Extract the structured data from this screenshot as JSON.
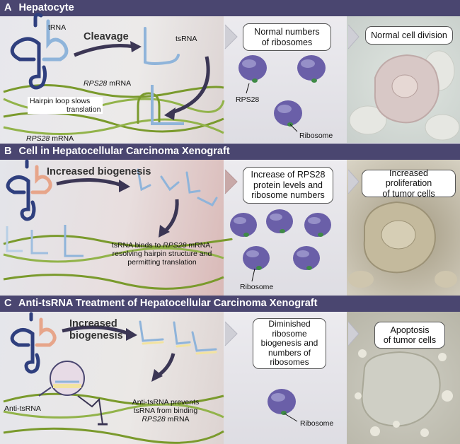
{
  "sections": [
    {
      "letter": "A",
      "title": "Hepatocyte",
      "labels": {
        "trna": "tRNA",
        "cleavage": "Cleavage",
        "tsrna": "tsRNA",
        "mrna_top_gene": "RPS28",
        "mrna_top_suffix": " mRNA",
        "hairpin_line1": "Hairpin loop slows",
        "hairpin_line2": "translation",
        "mrna_bottom_gene": "RPS28",
        "mrna_bottom_suffix": " mRNA",
        "ribosome_box": [
          "Normal numbers",
          "of ribosomes"
        ],
        "rps28": "RPS28",
        "ribosome": "Ribosome",
        "cell_box": [
          "Normal cell division"
        ]
      }
    },
    {
      "letter": "B",
      "title": "Cell in Hepatocellular Carcinoma Xenograft",
      "labels": {
        "biogenesis": "Increased biogenesis",
        "binds_line1_pre": "tsRNA binds to ",
        "binds_line1_gene": "RPS28",
        "binds_line1_post": " mRNA,",
        "binds_line2": "resolving hairpin structure and",
        "binds_line3": "permitting translation",
        "ribosome_box": [
          "Increase of RPS28",
          "protein levels and",
          "ribosome numbers"
        ],
        "ribosome": "Ribosome",
        "cell_box": [
          "Increased proliferation",
          "of tumor cells"
        ]
      }
    },
    {
      "letter": "C",
      "title": "Anti-tsRNA Treatment of Hepatocellular Carcinoma Xenograft",
      "labels": {
        "biogenesis_line1": "Increased",
        "biogenesis_line2": "biogenesis",
        "anti": "Anti-tsRNA",
        "prevents_line1": "Anti-tsRNA prevents",
        "prevents_line2": "tsRNA from binding",
        "prevents_line3_gene": "RPS28",
        "prevents_line3_suffix": " mRNA",
        "ribosome_box": [
          "Diminished",
          "ribosome",
          "biogenesis and",
          "numbers of",
          "ribosomes"
        ],
        "ribosome": "Ribosome",
        "cell_box": [
          "Apoptosis",
          "of tumor cells"
        ]
      }
    }
  ],
  "colors": {
    "header": "#4a4670",
    "trna_dark": "#2f3f7e",
    "trna_light": "#8fb4da",
    "trna_pink": "#e7a58a",
    "mrna": "#7a9a2c",
    "ribosome": "#6a5fa8",
    "rps28": "#3f8a46",
    "anti": "#f2e3a0"
  }
}
